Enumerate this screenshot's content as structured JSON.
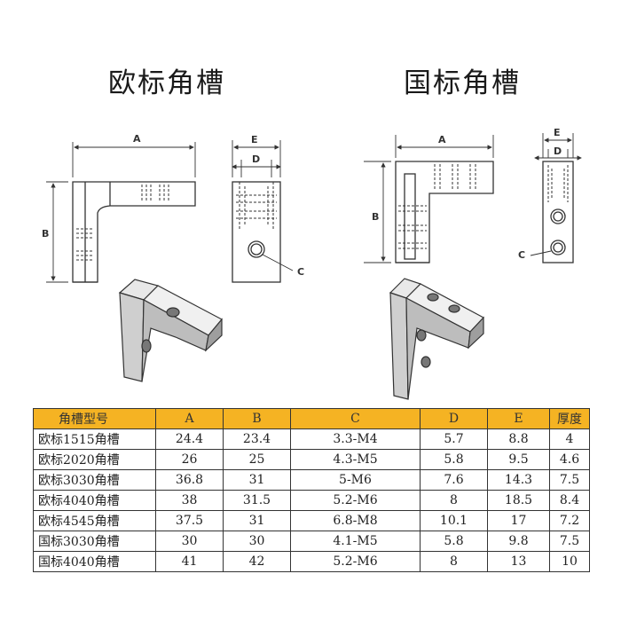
{
  "titles": {
    "eu": "欧标角槽",
    "gb": "国标角槽"
  },
  "dimension_labels": {
    "a": "A",
    "b": "B",
    "c": "C",
    "d": "D",
    "e": "E"
  },
  "table": {
    "headers": [
      "角槽型号",
      "A",
      "B",
      "C",
      "D",
      "E",
      "厚度"
    ],
    "rows": [
      [
        "欧标1515角槽",
        "24.4",
        "23.4",
        "3.3-M4",
        "5.7",
        "8.8",
        "4"
      ],
      [
        "欧标2020角槽",
        "26",
        "25",
        "4.3-M5",
        "5.8",
        "9.5",
        "4.6"
      ],
      [
        "欧标3030角槽",
        "36.8",
        "31",
        "5-M6",
        "7.6",
        "14.3",
        "7.5"
      ],
      [
        "欧标4040角槽",
        "38",
        "31.5",
        "5.2-M6",
        "8",
        "18.5",
        "8.4"
      ],
      [
        "欧标4545角槽",
        "37.5",
        "31",
        "6.8-M8",
        "10.1",
        "17",
        "7.2"
      ],
      [
        "国标3030角槽",
        "30",
        "30",
        "4.1-M5",
        "5.8",
        "9.8",
        "7.5"
      ],
      [
        "国标4040角槽",
        "41",
        "42",
        "5.2-M6",
        "8",
        "13",
        "10"
      ]
    ]
  },
  "colors": {
    "header_bg": "#f5b323",
    "line": "#333333"
  }
}
